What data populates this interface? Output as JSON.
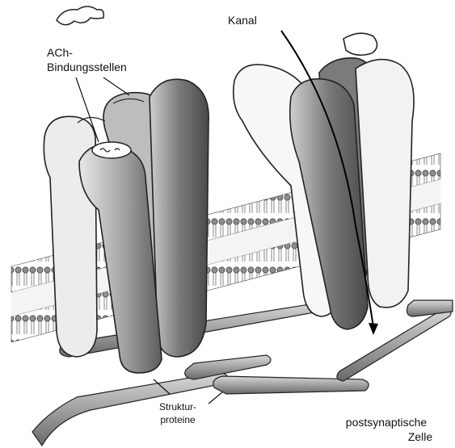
{
  "labels": {
    "ach_line1": "ACh-",
    "ach_line2": "Bindungsstellen",
    "kanal": "Kanal",
    "struktur_line1": "Struktur-",
    "struktur_line2": "proteine",
    "zelle_line1": "postsynaptische",
    "zelle_line2": "Zelle"
  }
}
